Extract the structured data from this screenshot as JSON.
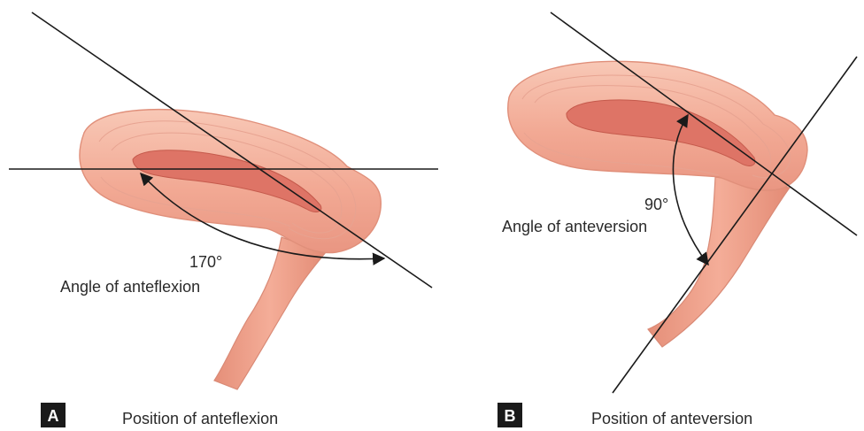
{
  "panels": [
    {
      "badge": "A",
      "caption": "Position of anteflexion",
      "angle_value": "170°",
      "angle_label": "Angle of anteflexion"
    },
    {
      "badge": "B",
      "caption": "Position of anteversion",
      "angle_value": "90°",
      "angle_label": "Angle of anteversion"
    }
  ],
  "colors": {
    "tissue": "#f1a690",
    "tissue_light": "#f7c3b2",
    "tissue_edge": "#d98a76",
    "cavity": "#de7466",
    "cavity_edge": "#c55a4c",
    "line": "#1a1a1a",
    "badge": "#1a1a1a"
  }
}
